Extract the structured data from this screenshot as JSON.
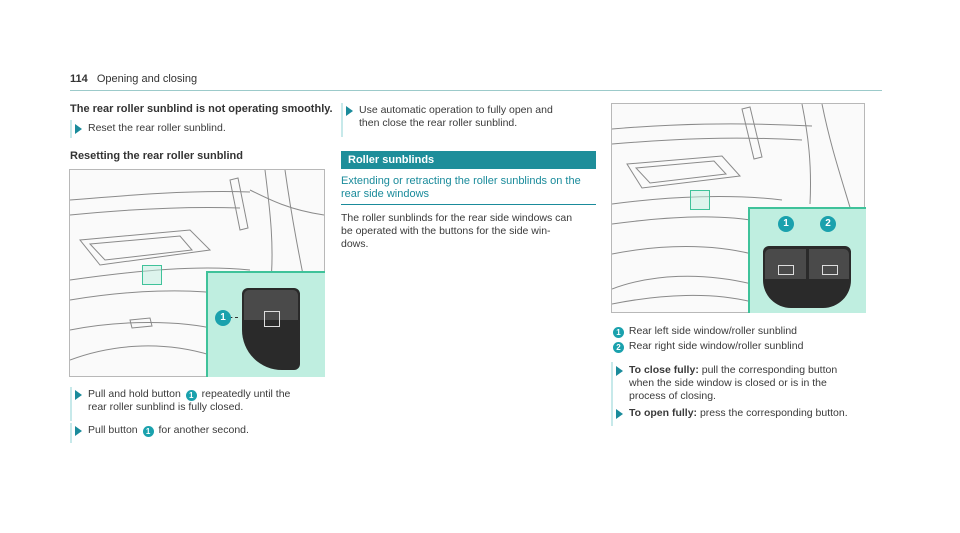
{
  "header": {
    "page_number": "114",
    "section": "Opening and closing"
  },
  "left": {
    "heading": "The rear roller sunblind is not operating smoothly.",
    "step_reset": "Reset the rear roller sunblind.",
    "subheading": "Resetting the rear roller sunblind",
    "figure_callouts": [
      "1"
    ],
    "step1_pre": "Pull and hold button",
    "step1_badge": "1",
    "step1_post": "repeatedly until the",
    "step1_line2": "rear roller sunblind is fully closed.",
    "step2_pre": "Pull button",
    "step2_badge": "1",
    "step2_post": "for another second."
  },
  "middle": {
    "step_auto_line1": "Use automatic operation to fully open and",
    "step_auto_line2": "then close the rear roller sunblind.",
    "section_title": "Roller sunblinds",
    "subhead_line1": "Extending or retracting the roller sunblinds on the",
    "subhead_line2": "rear side windows",
    "body_line1": "The roller sunblinds for the rear side windows can",
    "body_line2": "be operated with the buttons for the side win-",
    "body_line3": "dows."
  },
  "right": {
    "figure_callouts": [
      "1",
      "2"
    ],
    "legend": [
      {
        "num": "1",
        "text": "Rear left side window/roller sunblind"
      },
      {
        "num": "2",
        "text": "Rear right side window/roller sunblind"
      }
    ],
    "close_label": "To close fully:",
    "close_text_line1": "pull the corresponding button",
    "close_text_line2": "when the side window is closed or is in the",
    "close_text_line3": "process of closing.",
    "open_label": "To open fully:",
    "open_text": "press the corresponding button."
  },
  "colors": {
    "accent": "#1a8b9b",
    "section_bar": "#1e8e9a",
    "inset_bg": "#bfeee0",
    "step_bar": "#c7e9ea"
  }
}
